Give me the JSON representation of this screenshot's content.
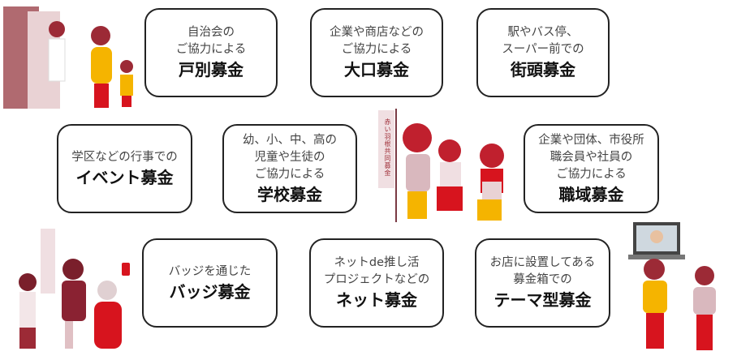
{
  "banner_text": "赤い羽根共同募金",
  "colors": {
    "red": "#d7141e",
    "maroon": "#9c2a36",
    "yellow": "#f5b400",
    "pink": "#d9b8be"
  },
  "boxes": [
    {
      "lines": [
        "自治会の",
        "ご協力による"
      ],
      "title": "戸別募金"
    },
    {
      "lines": [
        "企業や商店などの",
        "ご協力による"
      ],
      "title": "大口募金"
    },
    {
      "lines": [
        "駅やバス停、",
        "スーパー前での"
      ],
      "title": "街頭募金"
    },
    {
      "lines": [
        "学区などの行事での"
      ],
      "title": "イベント募金"
    },
    {
      "lines": [
        "幼、小、中、高の",
        "児童や生徒の",
        "ご協力による"
      ],
      "title": "学校募金"
    },
    {
      "lines": [
        "企業や団体、市役所",
        "職会員や社員の",
        "ご協力による"
      ],
      "title": "職域募金"
    },
    {
      "lines": [
        "バッジを通じた"
      ],
      "title": "バッジ募金"
    },
    {
      "lines": [
        "ネットde推し活",
        "プロジェクトなどの"
      ],
      "title": "ネット募金"
    },
    {
      "lines": [
        "お店に設置してある",
        "募金箱での"
      ],
      "title": "テーマ型募金"
    }
  ]
}
